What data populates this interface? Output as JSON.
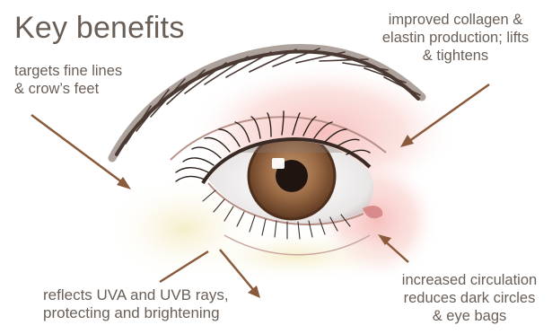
{
  "title": "Key benefits",
  "callouts": {
    "fine_lines": [
      "targets fine lines",
      "& crow’s feet"
    ],
    "collagen": [
      "improved collagen &",
      "elastin production; lifts",
      "& tightens"
    ],
    "uv": [
      "reflects UVA and UVB rays,",
      "protecting and brightening"
    ],
    "circulation": [
      "increased circulation",
      "reduces dark circles",
      "& eye bags"
    ]
  },
  "colors": {
    "text": "#6a5f57",
    "arrow": "#8a5a3c",
    "skin_glow": "#f3b8b2",
    "iris": "#8b5a3c",
    "brow": "#4a3a33"
  }
}
